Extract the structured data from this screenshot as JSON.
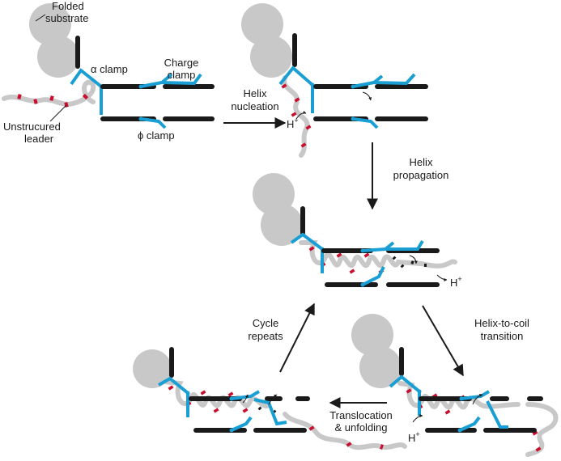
{
  "labels": {
    "folded_substrate_1": "Folded",
    "folded_substrate_2": "substrate",
    "alpha_clamp": "α clamp",
    "charge_clamp_1": "Charge",
    "charge_clamp_2": "clamp",
    "unstructured_leader_1": "Unstrucured",
    "unstructured_leader_2": "leader",
    "phi_clamp": "ϕ clamp"
  },
  "steps": {
    "helix_nucleation_1": "Helix",
    "helix_nucleation_2": "nucleation",
    "helix_propagation_1": "Helix",
    "helix_propagation_2": "propagation",
    "helix_to_coil_1": "Helix-to-coil",
    "helix_to_coil_2": "transition",
    "translocation_1": "Translocation",
    "translocation_2": "& unfolding",
    "cycle_repeats_1": "Cycle",
    "cycle_repeats_2": "repeats"
  },
  "proton": "H",
  "proton_charge": "+",
  "colors": {
    "substrate": "#c8c8c8",
    "clamp": "#1a9fd4",
    "pore": "#1a1a1a",
    "charge_mark": "#c8102e",
    "polypeptide": "#c8c8c8"
  }
}
